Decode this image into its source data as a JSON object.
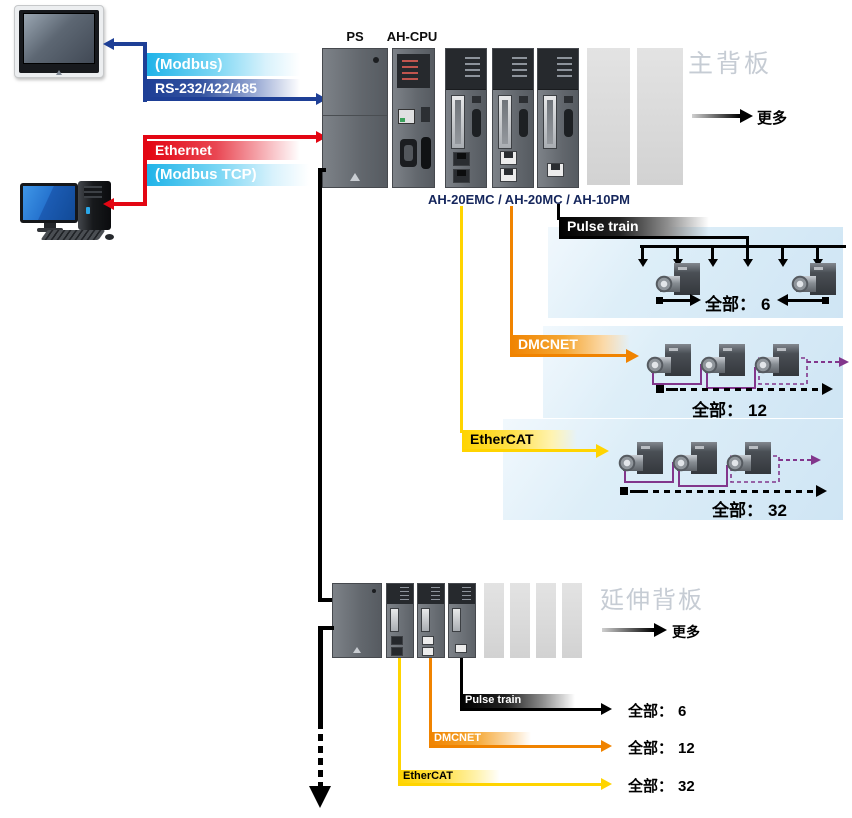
{
  "colors": {
    "cyan": "#1fb3e8",
    "navy": "#1e3f96",
    "red": "#e30613",
    "orange": "#f08300",
    "yellow": "#ffd400",
    "purple": "#82368c",
    "panel_blue": "#d7e9f6",
    "title_gray": "#c6ccd4",
    "caption_navy": "#15265c"
  },
  "connections": {
    "modbus": {
      "label": "(Modbus)"
    },
    "serial": {
      "label": "RS-232/422/485"
    },
    "ethernet": {
      "label": "Ethernet"
    },
    "modbus_tcp": {
      "label": "(Modbus TCP)"
    }
  },
  "main_rack": {
    "ps_label": "PS",
    "cpu_label": "AH-CPU",
    "modules_caption": "AH-20EMC / AH-20MC / AH-10PM",
    "title": "主背板",
    "more": "更多"
  },
  "main_branches": {
    "pulse": {
      "label": "Pulse train",
      "total_label": "全部：",
      "total": "6"
    },
    "dmcnet": {
      "label": "DMCNET",
      "total_label": "全部：",
      "total": "12"
    },
    "ethercat": {
      "label": "EtherCAT",
      "total_label": "全部：",
      "total": "32"
    }
  },
  "ext_rack": {
    "title": "延伸背板",
    "more": "更多"
  },
  "ext_branches": {
    "pulse": {
      "label": "Pulse train",
      "total_label": "全部：",
      "total": "6"
    },
    "dmcnet": {
      "label": "DMCNET",
      "total_label": "全部：",
      "total": "12"
    },
    "ethercat": {
      "label": "EtherCAT",
      "total_label": "全部：",
      "total": "32"
    }
  }
}
